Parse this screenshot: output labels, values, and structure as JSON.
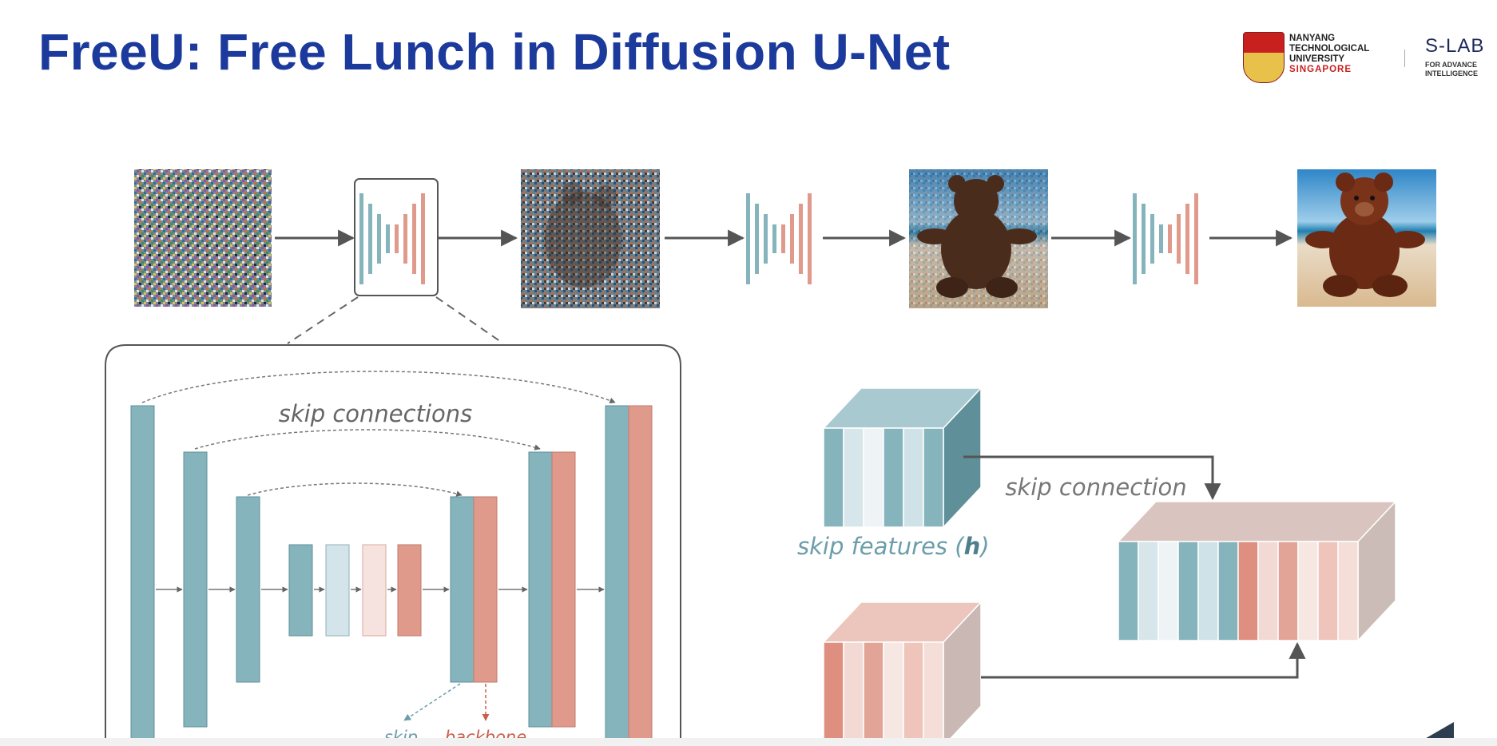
{
  "slide": {
    "title": "FreeU: Free Lunch in Diffusion U-Net"
  },
  "logos": {
    "ntu_lines": [
      "NANYANG",
      "TECHNOLOGICAL",
      "UNIVERSITY",
      "SINGAPORE"
    ],
    "slab_title": "S-LAB",
    "slab_sub_lines": [
      "FOR ADVANCE",
      "INTELLIGENCE"
    ]
  },
  "unet_detail": {
    "skip_connections_label": "skip connections",
    "skip_label": "skip",
    "backbone_label": "backbone"
  },
  "feature_concat": {
    "skip_connection_label": "skip connection",
    "skip_features_label": "skip features (",
    "skip_features_symbol": "h",
    "skip_features_close": ")"
  },
  "colors": {
    "title": "#1b3a9c",
    "skip_teal": "#86b4bc",
    "backbone_red": "#df9a8c",
    "arrow": "#555555",
    "label_teal": "#6b9eaa",
    "label_red": "#c9604f"
  }
}
